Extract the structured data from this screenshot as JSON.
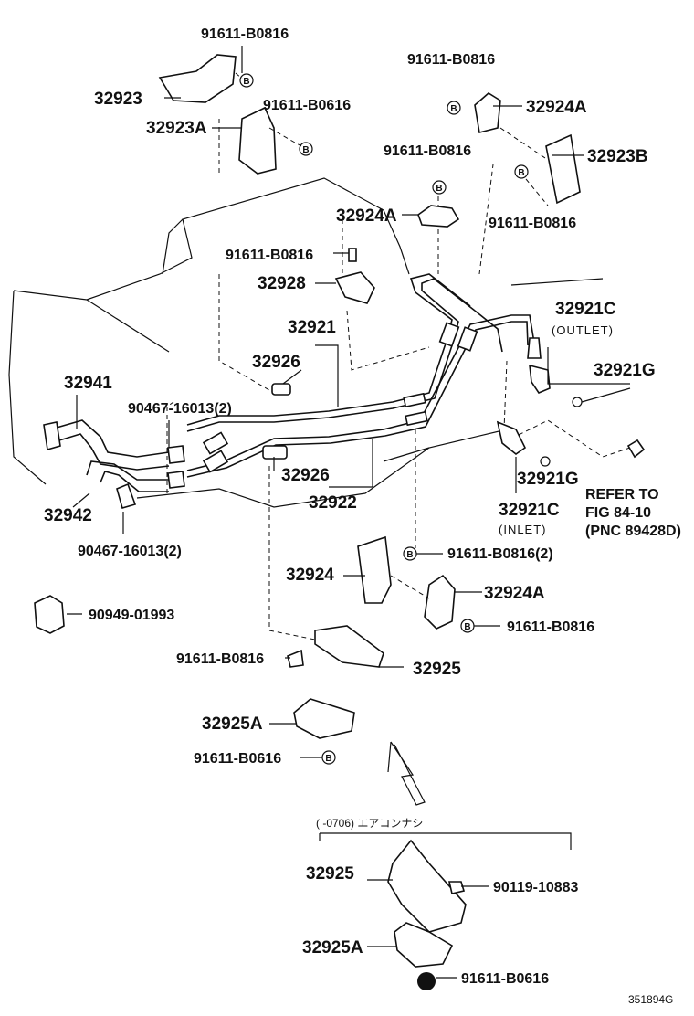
{
  "parts": {
    "bolt_91611_b0816": "91611-B0816",
    "bolt_91611_b0616": "91611-B0616",
    "bolt_91611_b0816_x2": "91611-B0816(2)",
    "p32923": "32923",
    "p32923a": "32923A",
    "p32923b": "32923B",
    "p32924": "32924",
    "p32924a": "32924A",
    "p32928": "32928",
    "p32921": "32921",
    "p32921c": "32921C",
    "p32921g": "32921G",
    "p32926": "32926",
    "p32922": "32922",
    "p32941": "32941",
    "p32942": "32942",
    "clamp_90467_x2": "90467-16013(2)",
    "p90949": "90949-01993",
    "p32925": "32925",
    "p32925a": "32925A",
    "p90119": "90119-10883"
  },
  "annotations": {
    "outlet": "(OUTLET)",
    "inlet": "(INLET)",
    "refer_line1": "REFER TO",
    "refer_line2": "FIG 84-10",
    "refer_line3": "(PNC 89428D)",
    "variant_note": "(        -0706) エアコンナシ",
    "bolt_mark": "B",
    "figure_id": "351894G"
  }
}
